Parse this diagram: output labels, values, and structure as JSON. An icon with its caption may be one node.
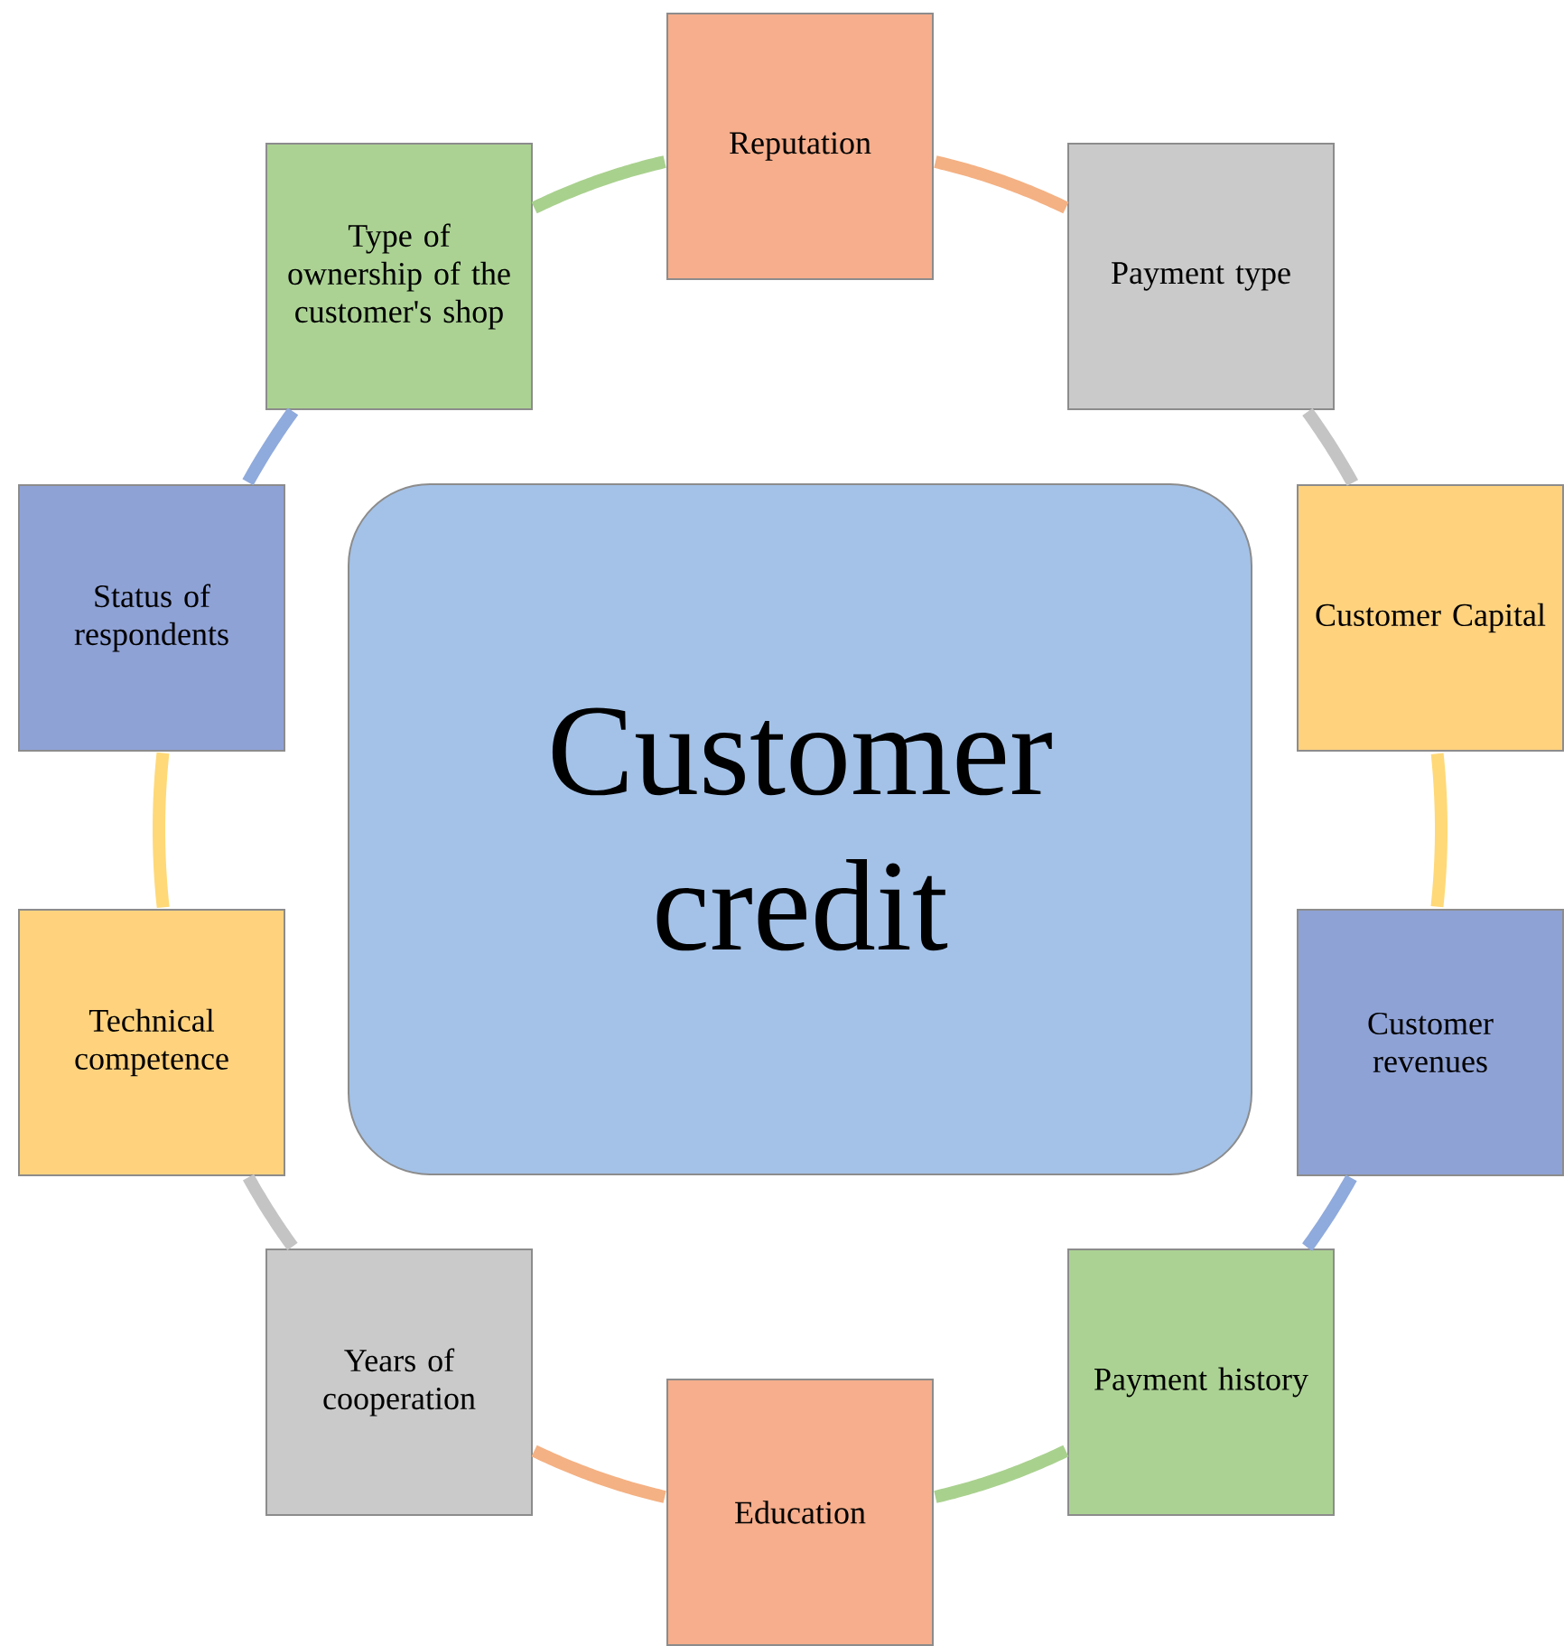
{
  "diagram": {
    "nodes": [
      {
        "text": [
          "Reputation"
        ]
      },
      {
        "text": [
          "Payment type"
        ]
      },
      {
        "text": [
          "Customer Capital"
        ]
      },
      {
        "text": [
          "Customer revenues"
        ]
      },
      {
        "text": [
          "Payment history"
        ]
      },
      {
        "text": [
          "Education"
        ]
      },
      {
        "text": [
          "Years of cooperation"
        ]
      },
      {
        "text": [
          "Technical competence"
        ]
      },
      {
        "text": [
          "Status of respondents"
        ]
      },
      {
        "text": [
          "Type of ownership of the customer's shop"
        ]
      },
      {
        "text": [
          "Customer credit"
        ]
      }
    ],
    "edges": [
      {
        "from": 0,
        "to": 1,
        "arrow": "none",
        "color": "#f4b183"
      },
      {
        "from": 1,
        "to": 2,
        "arrow": "none",
        "color": "#c4c4c4"
      },
      {
        "from": 2,
        "to": 3,
        "arrow": "none",
        "color": "#ffd978"
      },
      {
        "from": 3,
        "to": 4,
        "arrow": "none",
        "color": "#8faadc"
      },
      {
        "from": 4,
        "to": 5,
        "arrow": "none",
        "color": "#a9d18e"
      },
      {
        "from": 5,
        "to": 6,
        "arrow": "none",
        "color": "#f4b183"
      },
      {
        "from": 6,
        "to": 7,
        "arrow": "none",
        "color": "#c4c4c4"
      },
      {
        "from": 7,
        "to": 8,
        "arrow": "none",
        "color": "#ffd978"
      },
      {
        "from": 8,
        "to": 9,
        "arrow": "none",
        "color": "#8faadc"
      },
      {
        "from": 9,
        "to": 0,
        "arrow": "none",
        "color": "#a9d18e"
      }
    ]
  }
}
